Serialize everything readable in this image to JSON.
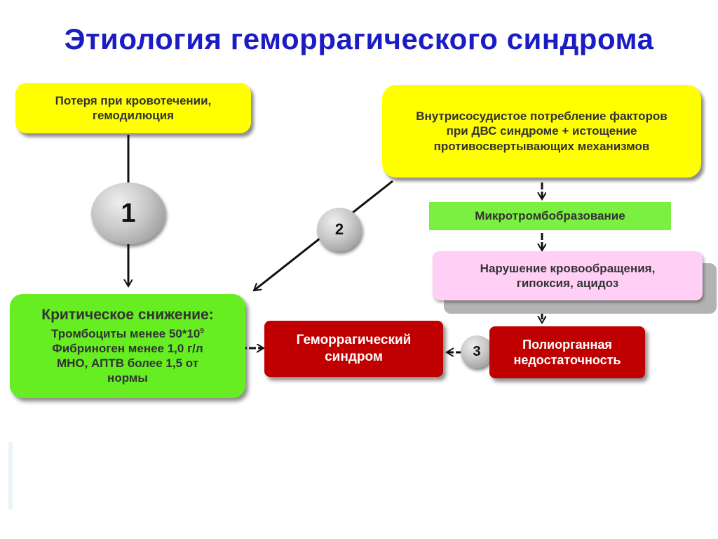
{
  "title": "Этиология геморрагического синдрома",
  "boxes": {
    "loss": "Потеря при кровотечении, гемодилюция",
    "consumption": "Внутрисосудистое потребление факторов при ДВС синдроме + истощение противосвертывающих механизмов",
    "microthrombus": "Микротромбобразование",
    "circulation": "Нарушение кровообращения, гипоксия, ацидоз",
    "critical": {
      "head": "Критическое снижение:",
      "line1": "Тромбоциты менее 50*10",
      "line1_sup": "9",
      "line2": "Фибриноген менее 1,0 г/л",
      "line3": "МНО, АПТВ более 1,5 от",
      "line4": "нормы"
    },
    "hemorrhagic": "Геморрагический синдром",
    "multiorgan": "Полиорганная недостаточность"
  },
  "markers": {
    "one": "1",
    "two": "2",
    "three": "3"
  },
  "colors": {
    "title": "#1c1cc4",
    "yellow": "#ffff00",
    "green": "#7cf040",
    "pink": "#ffcff5",
    "red": "#c00000"
  }
}
